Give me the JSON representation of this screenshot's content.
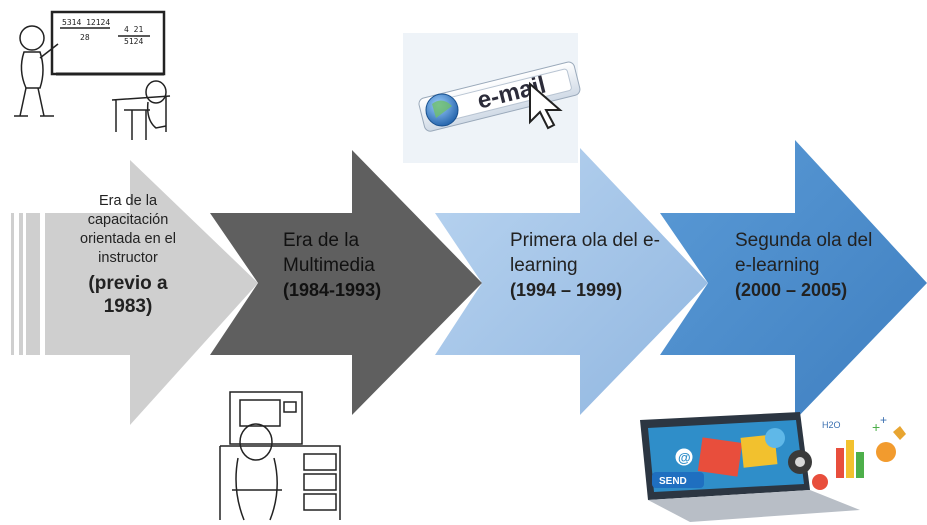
{
  "timeline": [
    {
      "title": "Era de la capacitación orientada en el instructor",
      "dates": "(previo a 1983)"
    },
    {
      "title": "Era de la Multimedia",
      "dates": "(1984-1993)"
    },
    {
      "title": "Primera ola del e-learning",
      "dates": "(1994 – 1999)"
    },
    {
      "title": "Segunda ola del e-learning",
      "dates": "(2000 – 2005)"
    }
  ],
  "colors": {
    "arrow_1": "#cfcfcf",
    "arrow_2": "#5f5f5f",
    "arrow_3": "#a9c8ea",
    "arrow_4": "#4d8fcf"
  },
  "illustrations": {
    "email_banner_text": "e-mail",
    "math_board_text": [
      "5314 12124",
      "4 21",
      "28",
      "5124"
    ],
    "send_button_text": "SEND",
    "chem_text": "H2O"
  }
}
